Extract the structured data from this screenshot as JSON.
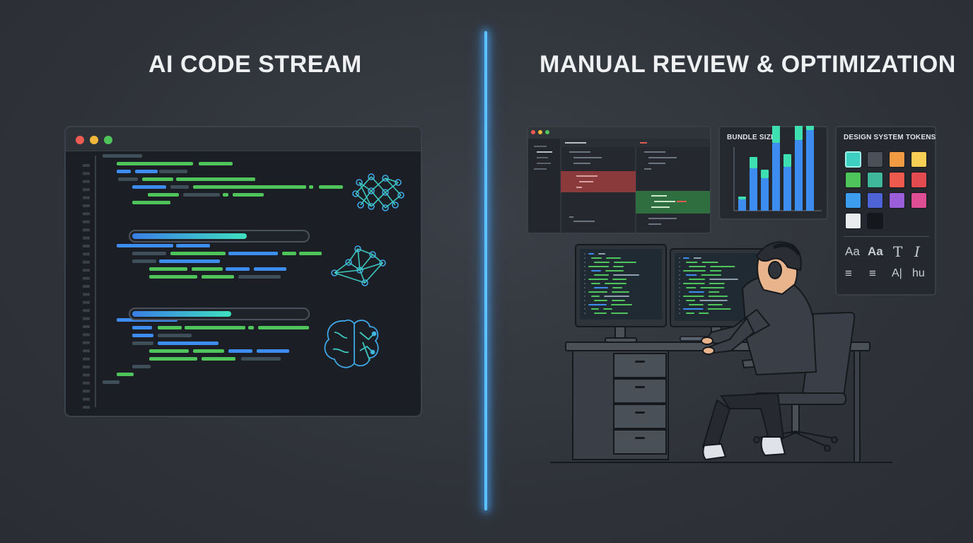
{
  "headings": {
    "left": "AI CODE STREAM",
    "right": "MANUAL REVIEW & OPTIMIZATION"
  },
  "code_window": {
    "traffic_lights": [
      "#ee5b52",
      "#f0b73a",
      "#4fc45b"
    ],
    "progress_bars": [
      0.66,
      0.57
    ],
    "icons": [
      "neural-network-icon",
      "network-graph-icon",
      "brain-circuit-icon"
    ]
  },
  "panels": {
    "bundle": {
      "title": "BUNDLE SIZE"
    },
    "tokens": {
      "title": "DESIGN SYSTEM TOKENS",
      "swatches": [
        "#3ecfc3",
        "#4b5058",
        "#f09a43",
        "#f6cf54",
        "#4fc45b",
        "#3eb79a",
        "#ef5a4e",
        "#e24b4f",
        "#3d9ef0",
        "#4d63d6",
        "#9a5fd8",
        "#dd4e95",
        "#e9ebee",
        "#14171c"
      ],
      "typography": [
        "Aa",
        "Aa",
        "T",
        "I",
        "≡",
        "≡",
        "A|",
        "hu"
      ]
    }
  },
  "colors": {
    "accent": "#5cc2ff",
    "code_green": "#4fc45b",
    "code_blue": "#3d8df0",
    "code_gray": "#4a5260"
  }
}
